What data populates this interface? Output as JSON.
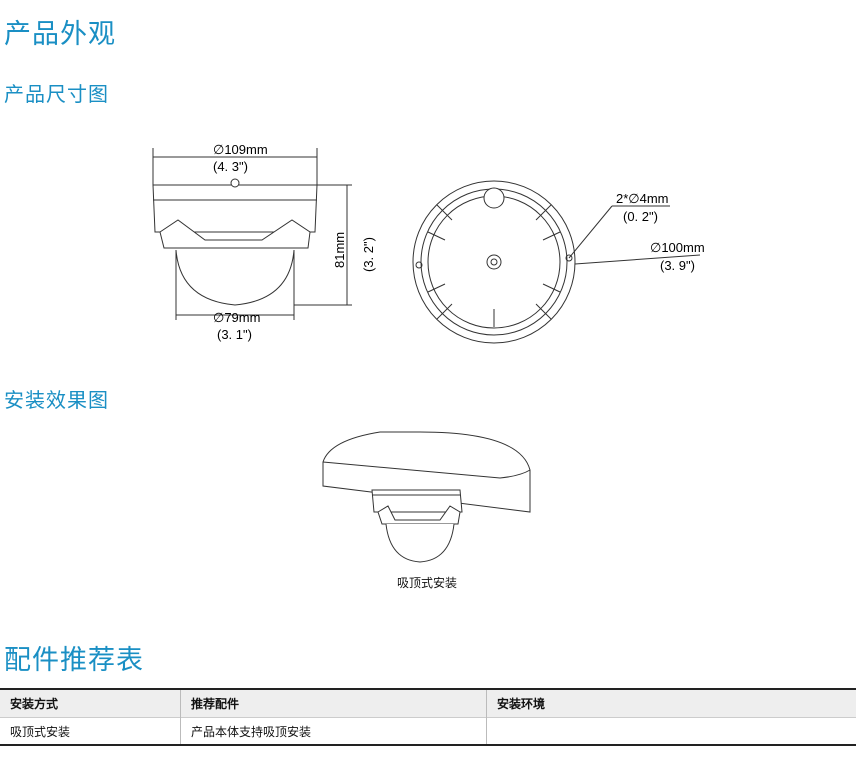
{
  "headings": {
    "appearance": "产品外观",
    "dimensions": "产品尺寸图",
    "installation": "安装效果图",
    "accessories": "配件推荐表"
  },
  "dimensions": {
    "diameter": "∅109mm",
    "diameter_in": "(4. 3\")",
    "height": "81mm",
    "height_in": "(3. 2\")",
    "dome_diameter": "∅79mm",
    "dome_diameter_in": "(3. 1\")",
    "hole": "2*∅4mm",
    "hole_in": "(0. 2\")",
    "base_diameter": "∅100mm",
    "base_diameter_in": "(3. 9\")"
  },
  "install_caption": "吸顶式安装",
  "table": {
    "headers": [
      "安装方式",
      "推荐配件",
      "安装环境"
    ],
    "rows": [
      [
        "吸顶式安装",
        "产品本体支持吸顶安装",
        ""
      ]
    ]
  }
}
